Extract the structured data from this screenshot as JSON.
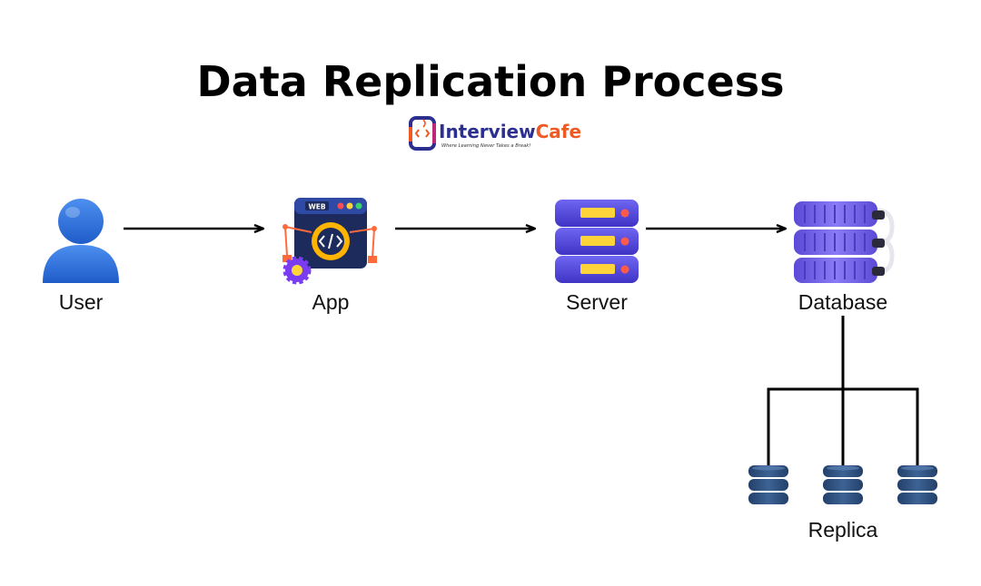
{
  "title": "Data Replication Process",
  "logo": {
    "name_part1": "Interview",
    "name_part2": "Cafe",
    "tagline": "Where Learning Never Takes a Break!",
    "colors": {
      "part1": "#2b2f8f",
      "part2": "#ef5a24"
    }
  },
  "nodes": {
    "user": {
      "label": "User",
      "icon": "user-icon"
    },
    "app": {
      "label": "App",
      "icon": "web-app-icon",
      "badge": "WEB"
    },
    "server": {
      "label": "Server",
      "icon": "server-icon"
    },
    "database": {
      "label": "Database",
      "icon": "database-icon"
    },
    "replica": {
      "label": "Replica",
      "icon": "replica-database-icon",
      "count": 3
    }
  },
  "colors": {
    "user_blue": "#2f6fdc",
    "server_purple": "#5a4fe0",
    "slot_yellow": "#ffd43b",
    "db_purple": "#6b5be6",
    "replica_blue": "#2e4f80",
    "line": "#000000"
  }
}
